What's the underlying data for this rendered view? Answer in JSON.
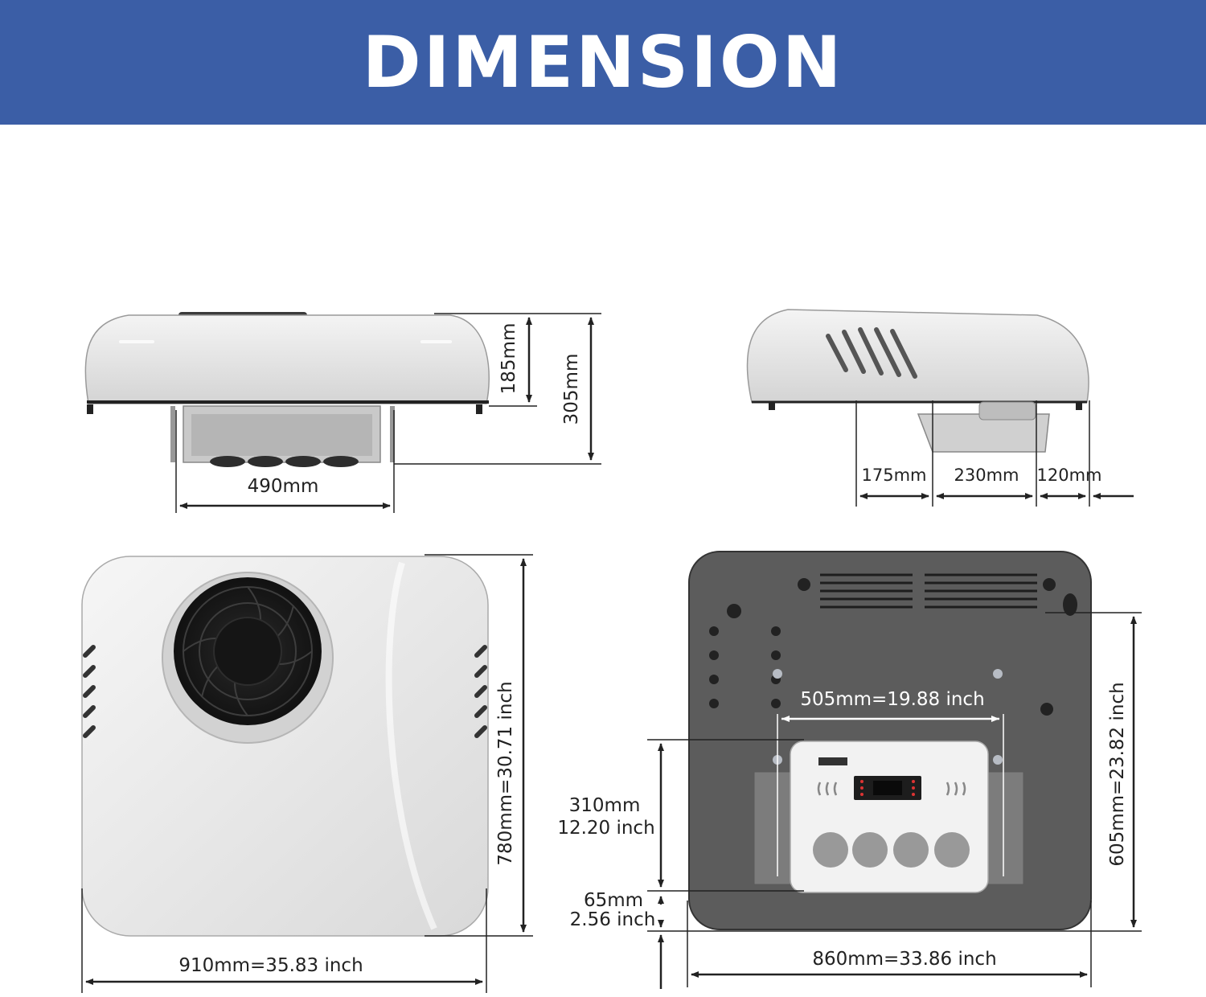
{
  "banner": {
    "title": "DIMENSION",
    "color": "#3b5ea6"
  },
  "views": {
    "front": {
      "height_upper": "185mm",
      "height_total": "305mm",
      "width_lower": "490mm"
    },
    "side": {
      "seg1": "175mm",
      "seg2": "230mm",
      "seg3": "120mm"
    },
    "top": {
      "height": "780mm=30.71 inch",
      "width": "910mm=35.83 inch"
    },
    "bottom": {
      "opening_width": "505mm=19.88 inch",
      "opening_height_mm": "310mm",
      "opening_height_in": "12.20 inch",
      "offset_mm": "65mm",
      "offset_in": "2.56 inch",
      "height": "605mm=23.82 inch",
      "width": "860mm=33.86 inch"
    }
  },
  "colors": {
    "unit_white": "#e6e6e6",
    "unit_dark": "#5c5c5c",
    "dim_line": "#222222"
  }
}
